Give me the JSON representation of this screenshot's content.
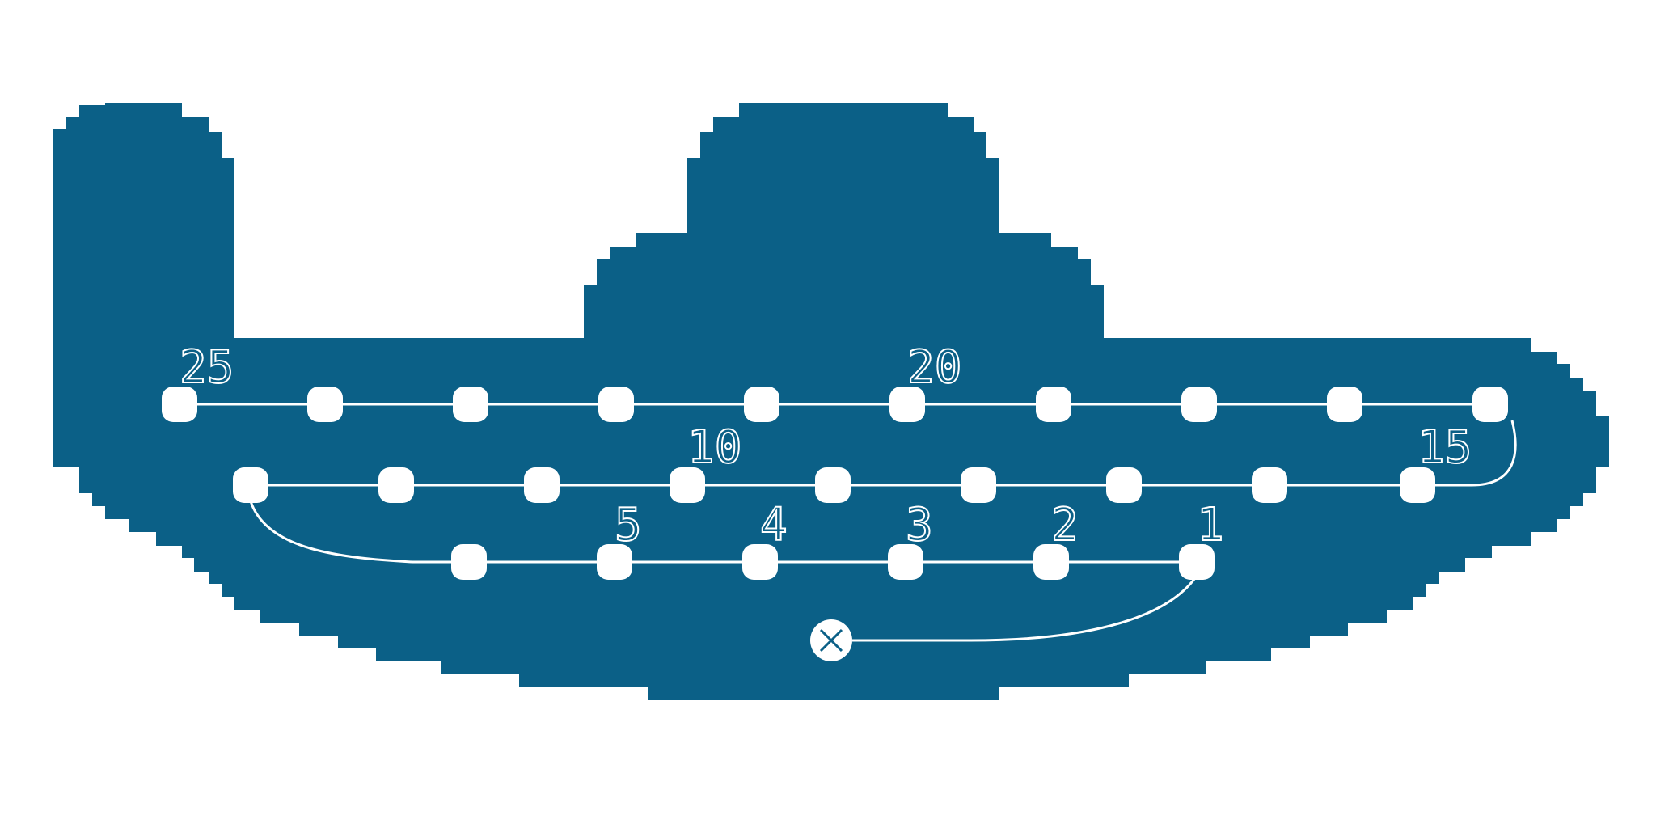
{
  "colors": {
    "background": "#ffffff",
    "field": "#0b6087",
    "path": "#ffffff"
  },
  "numbers": {
    "n1": "1",
    "n2": "2",
    "n3": "3",
    "n4": "4",
    "n5": "5",
    "n10": "10",
    "n15": "15",
    "n20": "20",
    "n25": "25"
  },
  "nodes": {
    "start_marker": "cross-in-circle",
    "count": 26
  }
}
